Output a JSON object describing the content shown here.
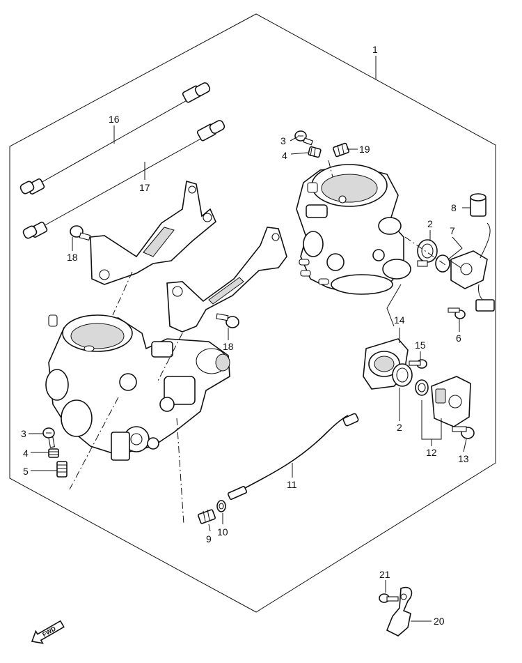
{
  "callouts": {
    "c1": "1",
    "c2a": "2",
    "c2b": "2",
    "c3a": "3",
    "c3b": "3",
    "c4a": "4",
    "c4b": "4",
    "c5": "5",
    "c6": "6",
    "c7": "7",
    "c8": "8",
    "c9": "9",
    "c10": "10",
    "c11": "11",
    "c12": "12",
    "c13": "13",
    "c14": "14",
    "c15": "15",
    "c16": "16",
    "c17": "17",
    "c18a": "18",
    "c18b": "18",
    "c19": "19",
    "c20": "20",
    "c21": "21"
  },
  "fwd_label": "FWD"
}
